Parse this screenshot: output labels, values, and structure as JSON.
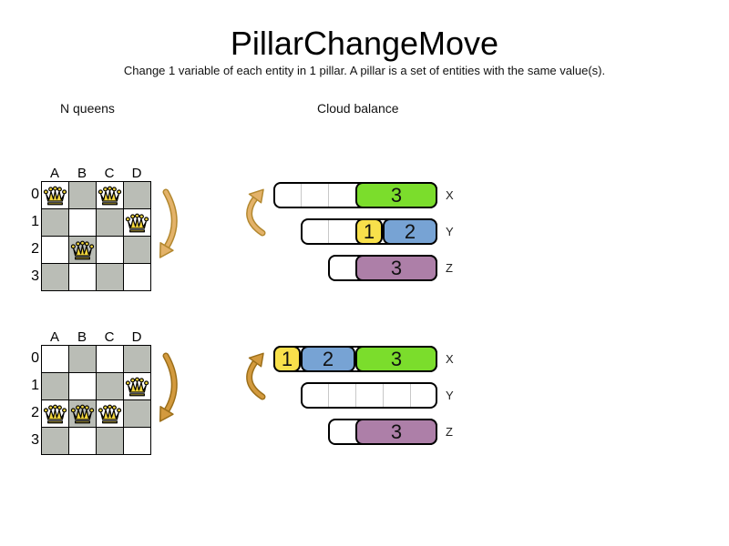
{
  "title": "PillarChangeMove",
  "subtitle": "Change 1 variable of each entity in 1 pillar. A pillar is a set of entities with the same value(s).",
  "colors": {
    "cell_gray": "#babdb6",
    "queen_yellow": "#f2d53c",
    "green": "#7bdd2c",
    "yellow": "#f8e04b",
    "blue": "#77a3d4",
    "purple": "#ad7fa8",
    "arrow_light": "#e3b269",
    "arrow_light_outline": "#b3882f",
    "arrow_dark": "#d39a3e",
    "arrow_dark_outline": "#9c6f1a"
  },
  "sections": {
    "nqueens": {
      "label": "N queens",
      "columns": [
        "A",
        "B",
        "C",
        "D"
      ],
      "rows": [
        "0",
        "1",
        "2",
        "3"
      ],
      "boards": [
        {
          "name": "before",
          "queens": [
            "A0",
            "C0",
            "D1",
            "B2"
          ]
        },
        {
          "name": "after",
          "queens": [
            "D1",
            "A2",
            "B2",
            "C2"
          ]
        }
      ]
    },
    "cloudbalance": {
      "label": "Cloud balance",
      "states": [
        {
          "name": "before",
          "computers": [
            {
              "label": "X",
              "capacity": 6,
              "blocks": [
                {
                  "value": "3",
                  "color": "green",
                  "size": 3
                }
              ]
            },
            {
              "label": "Y",
              "capacity": 5,
              "blocks": [
                {
                  "value": "1",
                  "color": "yellow",
                  "size": 1
                },
                {
                  "value": "2",
                  "color": "blue",
                  "size": 2
                }
              ]
            },
            {
              "label": "Z",
              "capacity": 4,
              "blocks": [
                {
                  "value": "3",
                  "color": "purple",
                  "size": 3
                }
              ]
            }
          ]
        },
        {
          "name": "after",
          "computers": [
            {
              "label": "X",
              "capacity": 6,
              "blocks": [
                {
                  "value": "1",
                  "color": "yellow",
                  "size": 1
                },
                {
                  "value": "2",
                  "color": "blue",
                  "size": 2
                },
                {
                  "value": "3",
                  "color": "green",
                  "size": 3
                }
              ]
            },
            {
              "label": "Y",
              "capacity": 5,
              "blocks": []
            },
            {
              "label": "Z",
              "capacity": 4,
              "blocks": [
                {
                  "value": "3",
                  "color": "purple",
                  "size": 3
                }
              ]
            }
          ]
        }
      ]
    }
  }
}
